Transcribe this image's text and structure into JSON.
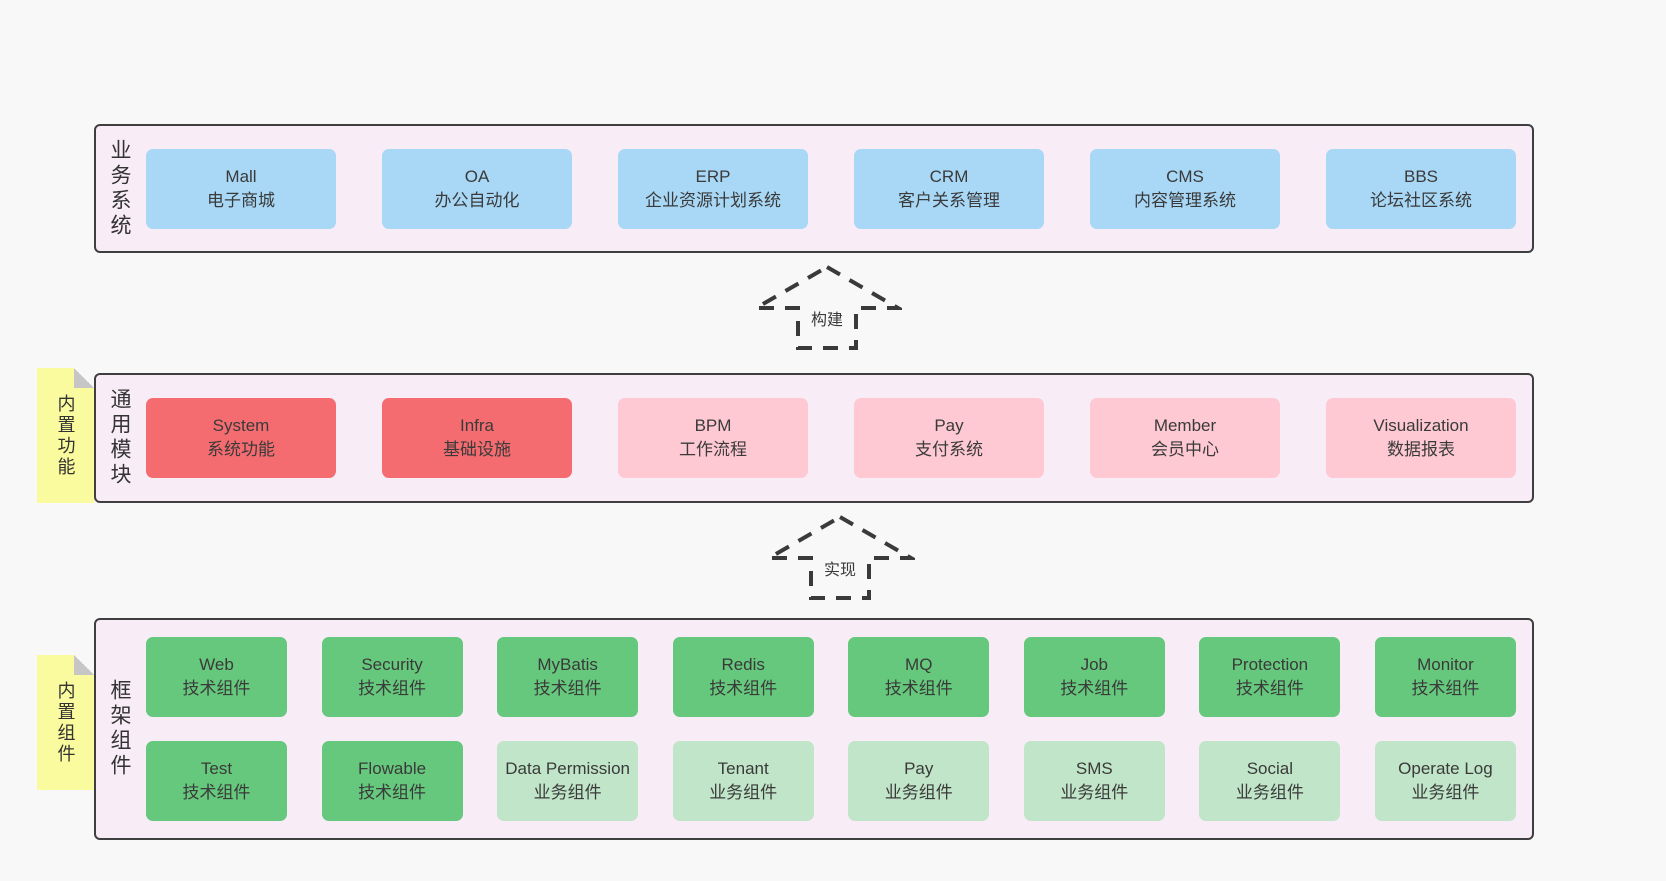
{
  "colors": {
    "page_bg": "#f8f8f8",
    "layer_bg": "#f8ecf6",
    "layer_border": "#3f3f3f",
    "box_blue": "#a8d8f6",
    "box_red": "#f56c70",
    "box_pink": "#fec9d2",
    "box_green": "#65c87c",
    "box_green_light": "#c0e5c8",
    "sticky_yellow": "#fafa9e",
    "text": "#3a3a3a"
  },
  "arrows": [
    {
      "label": "构建"
    },
    {
      "label": "实现"
    }
  ],
  "layers": [
    {
      "label": "业务系统",
      "sticky": null,
      "rows": [
        [
          {
            "name": "Mall",
            "subtitle": "电子商城",
            "variant": "blue"
          },
          {
            "name": "OA",
            "subtitle": "办公自动化",
            "variant": "blue"
          },
          {
            "name": "ERP",
            "subtitle": "企业资源计划系统",
            "variant": "blue"
          },
          {
            "name": "CRM",
            "subtitle": "客户关系管理",
            "variant": "blue"
          },
          {
            "name": "CMS",
            "subtitle": "内容管理系统",
            "variant": "blue"
          },
          {
            "name": "BBS",
            "subtitle": "论坛社区系统",
            "variant": "blue"
          }
        ]
      ]
    },
    {
      "label": "通用模块",
      "sticky": "内置功能",
      "rows": [
        [
          {
            "name": "System",
            "subtitle": "系统功能",
            "variant": "red"
          },
          {
            "name": "Infra",
            "subtitle": "基础设施",
            "variant": "red"
          },
          {
            "name": "BPM",
            "subtitle": "工作流程",
            "variant": "pink"
          },
          {
            "name": "Pay",
            "subtitle": "支付系统",
            "variant": "pink"
          },
          {
            "name": "Member",
            "subtitle": "会员中心",
            "variant": "pink"
          },
          {
            "name": "Visualization",
            "subtitle": "数据报表",
            "variant": "pink"
          }
        ]
      ]
    },
    {
      "label": "框架组件",
      "sticky": "内置组件",
      "rows": [
        [
          {
            "name": "Web",
            "subtitle": "技术组件",
            "variant": "green"
          },
          {
            "name": "Security",
            "subtitle": "技术组件",
            "variant": "green"
          },
          {
            "name": "MyBatis",
            "subtitle": "技术组件",
            "variant": "green"
          },
          {
            "name": "Redis",
            "subtitle": "技术组件",
            "variant": "green"
          },
          {
            "name": "MQ",
            "subtitle": "技术组件",
            "variant": "green"
          },
          {
            "name": "Job",
            "subtitle": "技术组件",
            "variant": "green"
          },
          {
            "name": "Protection",
            "subtitle": "技术组件",
            "variant": "green"
          },
          {
            "name": "Monitor",
            "subtitle": "技术组件",
            "variant": "green"
          }
        ],
        [
          {
            "name": "Test",
            "subtitle": "技术组件",
            "variant": "green"
          },
          {
            "name": "Flowable",
            "subtitle": "技术组件",
            "variant": "green"
          },
          {
            "name": "Data Permission",
            "subtitle": "业务组件",
            "variant": "green-light"
          },
          {
            "name": "Tenant",
            "subtitle": "业务组件",
            "variant": "green-light"
          },
          {
            "name": "Pay",
            "subtitle": "业务组件",
            "variant": "green-light"
          },
          {
            "name": "SMS",
            "subtitle": "业务组件",
            "variant": "green-light"
          },
          {
            "name": "Social",
            "subtitle": "业务组件",
            "variant": "green-light"
          },
          {
            "name": "Operate Log",
            "subtitle": "业务组件",
            "variant": "green-light"
          }
        ]
      ]
    }
  ]
}
